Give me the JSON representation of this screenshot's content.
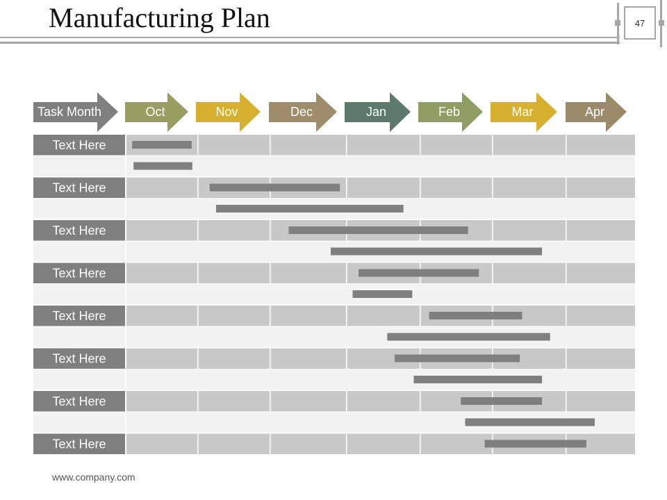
{
  "slide": {
    "title": "Manufacturing Plan",
    "page_number": "47",
    "footer": "www.company.com"
  },
  "header": {
    "first_label": "Task Month",
    "months": [
      "Oct",
      "Nov",
      "Dec",
      "Jan",
      "Feb",
      "Mar",
      "Apr"
    ]
  },
  "colors": {
    "task_month_arrow": "#7f7f7f",
    "month_arrows": [
      "#9a9e62",
      "#d6b02e",
      "#9f8c6a",
      "#5e7a6a",
      "#8e9e63",
      "#d6b02e",
      "#9a8a6a"
    ],
    "task_label_bg": "#7f7f7f",
    "row_dark": "#c8c8c8",
    "row_light": "#f2f2f2",
    "bar": "#7f7f7f"
  },
  "tasks": [
    {
      "label": "Text Here",
      "bars": [
        {
          "start": 0.08,
          "end": 0.92
        },
        {
          "start": 0.1,
          "end": 0.93
        }
      ]
    },
    {
      "label": "Text Here",
      "bars": [
        {
          "start": 1.17,
          "end": 2.92
        },
        {
          "start": 1.26,
          "end": 3.78
        }
      ]
    },
    {
      "label": "Text Here",
      "bars": [
        {
          "start": 2.25,
          "end": 4.67
        },
        {
          "start": 2.8,
          "end": 5.68
        }
      ]
    },
    {
      "label": "Text Here",
      "bars": [
        {
          "start": 3.17,
          "end": 4.82
        },
        {
          "start": 3.09,
          "end": 3.9
        }
      ]
    },
    {
      "label": "Text Here",
      "bars": [
        {
          "start": 4.13,
          "end": 5.41
        },
        {
          "start": 3.56,
          "end": 5.79
        }
      ]
    },
    {
      "label": "Text Here",
      "bars": [
        {
          "start": 3.66,
          "end": 5.38
        },
        {
          "start": 3.92,
          "end": 5.68
        }
      ]
    },
    {
      "label": "Text Here",
      "bars": [
        {
          "start": 4.57,
          "end": 5.68
        },
        {
          "start": 4.63,
          "end": 6.42
        }
      ]
    },
    {
      "label": "Text Here",
      "bars": [
        {
          "start": 4.9,
          "end": 6.3
        }
      ]
    }
  ]
}
